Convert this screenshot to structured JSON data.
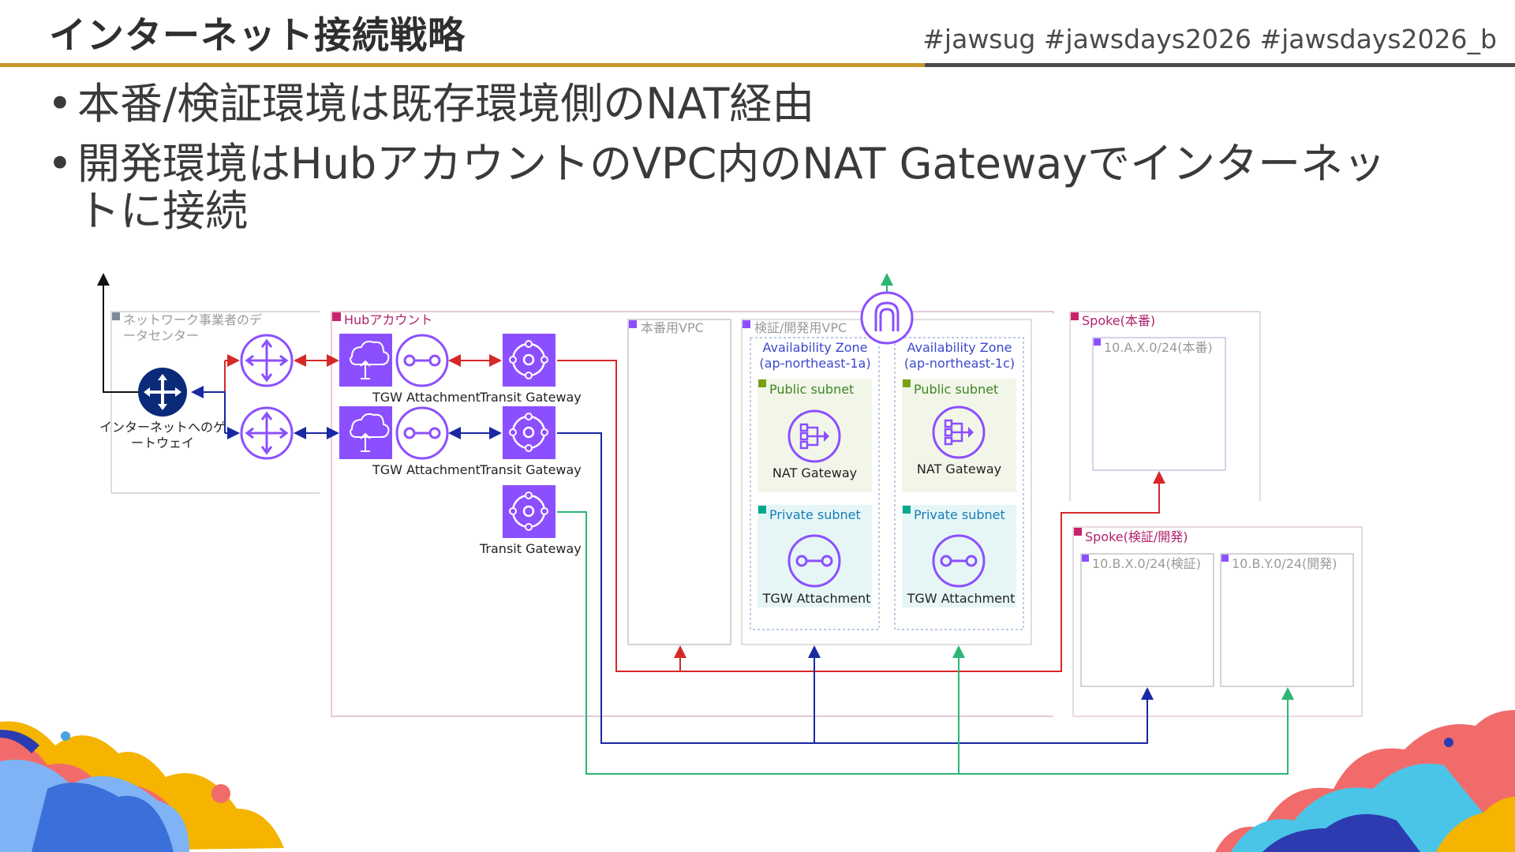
{
  "header": {
    "title": "インターネット接続戦略",
    "hashtags": "#jawsug #jawsdays2026 #jawsdays2026_b"
  },
  "bullets": [
    "本番/検証環境は既存環境側のNAT経由",
    "開発環境はHubアカウントのVPC内のNAT Gatewayでインターネットに接続"
  ],
  "colors": {
    "accent_gold": "#c9962c",
    "line_red": "#d62828",
    "line_blue": "#1a28a3",
    "line_green": "#2bb673",
    "aws_purple": "#8c4fff"
  },
  "diagram": {
    "datacenter_group": "ネットワーク事業者のデータセンター",
    "internet_gateway_label": "インターネットへのゲートウェイ",
    "hub_account_group": "Hubアカウント",
    "tgw_attachment_1": "TGW Attachment",
    "transit_gateway_1": "Transit Gateway",
    "tgw_attachment_2": "TGW Attachment",
    "transit_gateway_2": "Transit Gateway",
    "transit_gateway_3": "Transit Gateway",
    "prod_vpc": "本番用VPC",
    "dev_vpc": "検証/開発用VPC",
    "az_1a": "Availability Zone (ap-northeast-1a)",
    "az_1c": "Availability Zone (ap-northeast-1c)",
    "public_subnet_1": "Public subnet",
    "public_subnet_2": "Public subnet",
    "nat_gateway_1": "NAT Gateway",
    "nat_gateway_2": "NAT Gateway",
    "private_subnet_1": "Private subnet",
    "private_subnet_2": "Private subnet",
    "tgw_attachment_az1": "TGW Attachment",
    "tgw_attachment_az2": "TGW Attachment",
    "spoke_prod": "Spoke(本番)",
    "spoke_prod_cidr": "10.A.X.0/24(本番)",
    "spoke_dev": "Spoke(検証/開発)",
    "spoke_stg_cidr": "10.B.X.0/24(検証)",
    "spoke_dev_cidr": "10.B.Y.0/24(開発)"
  }
}
